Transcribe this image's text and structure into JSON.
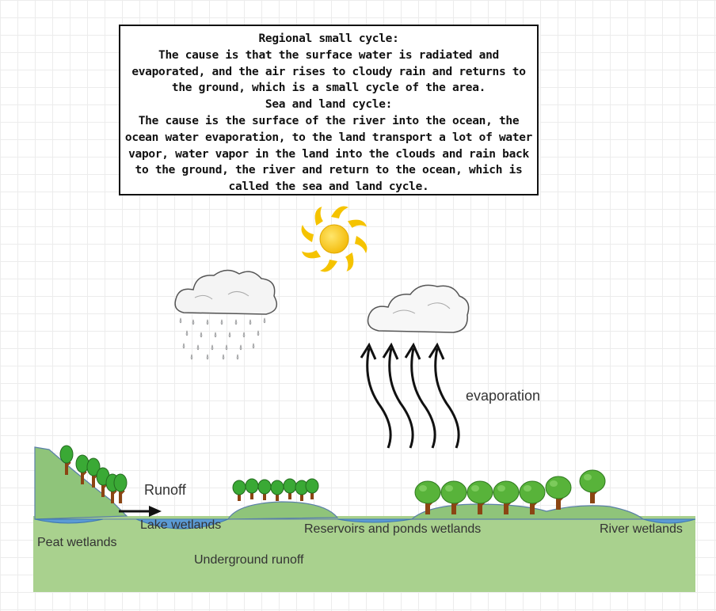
{
  "note": {
    "title1": "Regional small cycle:",
    "body1": "The cause is that the surface water is radiated and evaporated, and the air rises to cloudy rain and returns to the ground, which is a small cycle of the area.",
    "title2": "Sea and land cycle:",
    "body2": "The cause is the surface of the river into the ocean, the ocean water evaporation, to the land transport a lot of water vapor, water vapor in the land into the clouds and rain back to the ground, the river and return to the ocean, which is called the sea and land cycle."
  },
  "labels": {
    "runoff": "Runoff",
    "evaporation": "evaporation",
    "peat": "Peat wetlands",
    "lake": "Lake wetlands",
    "underground": "Underground runoff",
    "reservoirs": "Reservoirs and ponds wetlands",
    "river": "River wetlands"
  },
  "colors": {
    "ground": "#a9d18e",
    "hill": "#8fc47a",
    "water": "#5b9bd5",
    "sun": "#f5c300",
    "tree_leaf": "#3aa935",
    "tree_trunk": "#8b4513"
  },
  "icons": [
    "sun-icon",
    "rain-cloud-icon",
    "cloud-icon",
    "tree-icon",
    "arrow-right-icon",
    "evaporation-arrow-icon"
  ]
}
